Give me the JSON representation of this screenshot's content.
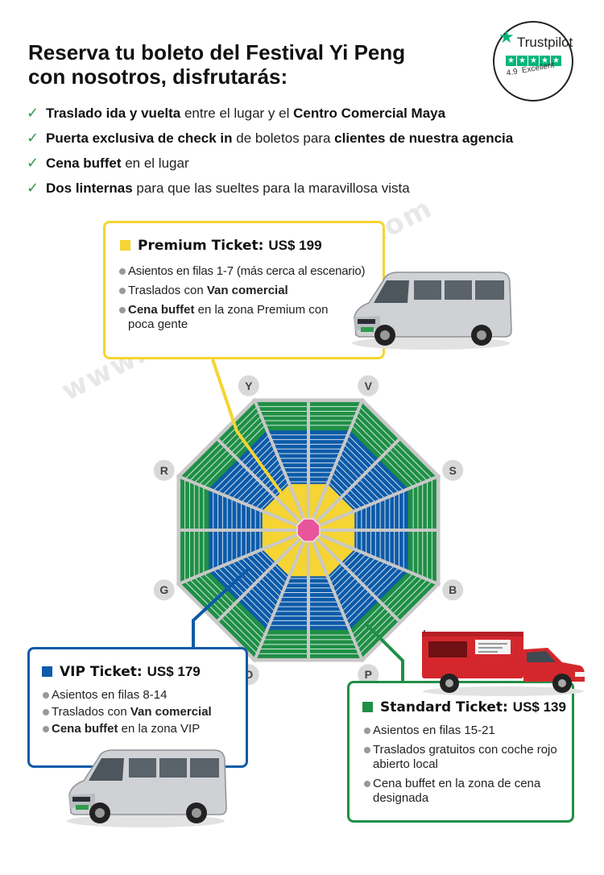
{
  "page": {
    "title_line1": "Reserva tu boleto del Festival Yi Peng",
    "title_line2": "con nosotros, disfrutarás:"
  },
  "trustpilot": {
    "name": "Trustpilot",
    "score": "4.9",
    "rating_word": "Excellent",
    "stars": 5,
    "brand_color": "#00b67a"
  },
  "benefits": [
    {
      "b1": "Traslado ida y vuelta",
      "t1": " entre el lugar y el ",
      "b2": "Centro Comercial Maya",
      "t2": ""
    },
    {
      "b1": "Puerta exclusiva de check in",
      "t1": " de boletos para ",
      "b2": "clientes de nuestra agencia",
      "t2": ""
    },
    {
      "b1": "Cena buffet",
      "t1": " en el lugar",
      "b2": "",
      "t2": ""
    },
    {
      "b1": "Dos linternas",
      "t1": " para que las sueltes para la maravillosa vista",
      "b2": "",
      "t2": ""
    }
  ],
  "watermark": "www.asiahighlights.com",
  "seating_map": {
    "sections": [
      "Y",
      "V",
      "S",
      "B",
      "P",
      "O",
      "G",
      "R"
    ],
    "zones": [
      {
        "name": "Premium",
        "color": "#f5d433"
      },
      {
        "name": "VIP",
        "color": "#0d5ba9"
      },
      {
        "name": "Standard",
        "color": "#1f8f46"
      }
    ],
    "stage_color": "#e8559a"
  },
  "tickets": {
    "premium": {
      "label": "Premium Ticket:",
      "price": "US$ 199",
      "color": "#f5d433",
      "f1": "Asientos en filas 1-7 (más cerca al escenario)",
      "f2a": "Traslados con ",
      "f2b": "Van comercial",
      "f3a": "Cena buffet",
      "f3b": " en la zona Premium con poca gente"
    },
    "vip": {
      "label": "VIP Ticket:",
      "price": "US$ 179",
      "color": "#0d5ba9",
      "f1": "Asientos en filas 8-14",
      "f2a": "Traslados con ",
      "f2b": "Van comercial",
      "f3a": "Cena buffet",
      "f3b": " en la zona VIP"
    },
    "standard": {
      "label": "Standard Ticket:",
      "price": "US$ 139",
      "color": "#1f8f46",
      "f1": "Asientos en filas 15-21",
      "f2": "Traslados gratuitos con coche rojo abierto local",
      "f3": "Cena buffet en la zona de cena designada"
    }
  }
}
